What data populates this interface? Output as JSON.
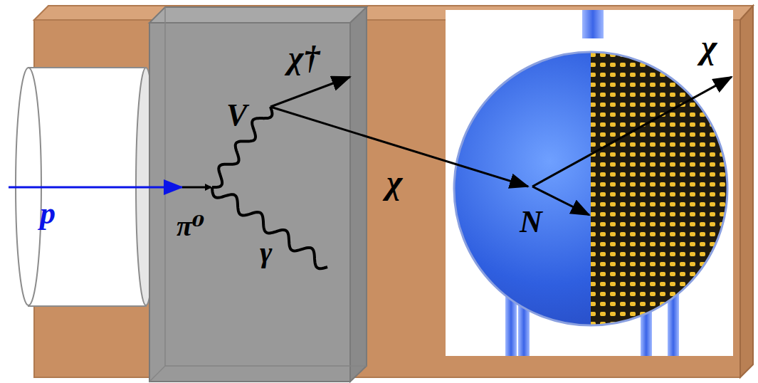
{
  "diagram": {
    "labels": [
      "p",
      "π⁰",
      "V",
      "γ",
      "χ†",
      "χ",
      "N",
      "χ"
    ]
  }
}
